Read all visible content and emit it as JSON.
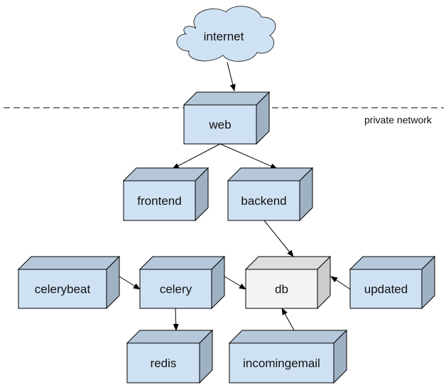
{
  "diagram": {
    "cloud": {
      "label": "internet"
    },
    "boundary": {
      "label": "private network"
    },
    "nodes": {
      "web": "web",
      "frontend": "frontend",
      "backend": "backend",
      "celerybeat": "celerybeat",
      "celery": "celery",
      "db": "db",
      "updated": "updated",
      "redis": "redis",
      "incomingemail": "incomingemail"
    },
    "edges": [
      {
        "from": "internet",
        "to": "web"
      },
      {
        "from": "web",
        "to": "frontend"
      },
      {
        "from": "web",
        "to": "backend"
      },
      {
        "from": "backend",
        "to": "db"
      },
      {
        "from": "celerybeat",
        "to": "celery"
      },
      {
        "from": "celery",
        "to": "db"
      },
      {
        "from": "updated",
        "to": "db"
      },
      {
        "from": "celery",
        "to": "redis"
      },
      {
        "from": "incomingemail",
        "to": "db"
      }
    ],
    "colors": {
      "node_fill": "#cfe2f3",
      "node_side": "#9fb2c4",
      "node_top": "#b4c8da",
      "db_fill": "#f3f3f3",
      "db_side": "#cccccc",
      "db_top": "#dddddd",
      "stroke": "#000000"
    }
  }
}
